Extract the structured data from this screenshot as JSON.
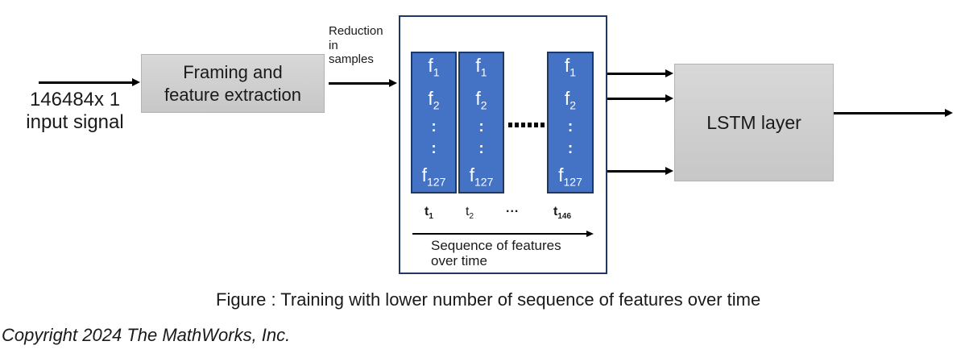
{
  "colors": {
    "column_fill": "#4472c4",
    "column_border": "#1f3864",
    "container_border": "#1f3864",
    "box_fill_top": "#d8d8d8",
    "box_fill_bottom": "#c7c7c7",
    "box_border": "#b3b3b3",
    "arrow": "#000000",
    "text": "#1a1a1a",
    "background": "#ffffff"
  },
  "diagram": {
    "input_label_lines": [
      "146484x 1",
      "input signal"
    ],
    "framing_box_lines": [
      "Framing and",
      "feature extraction"
    ],
    "reduction_label_lines": [
      "Reduction",
      "in",
      "samples"
    ],
    "feature_column": {
      "f_base": "f",
      "f1_sub": "1",
      "f2_sub": "2",
      "dots": ":",
      "f127_sub": "127"
    },
    "time_labels": {
      "t_base": "t",
      "t1_sub": "1",
      "t2_sub": "2",
      "ellipsis": "...",
      "t146_sub": "146"
    },
    "sequence_label_lines": [
      "Sequence of features",
      "over time"
    ],
    "lstm_label": "LSTM layer"
  },
  "caption": "Figure : Training with lower number of sequence of features over time",
  "copyright": "Copyright 2024 The MathWorks, Inc."
}
